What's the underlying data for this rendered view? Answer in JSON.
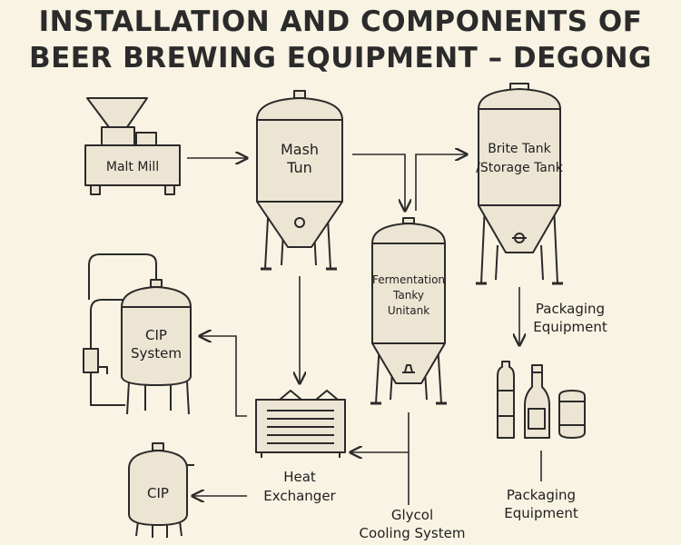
{
  "title": {
    "line1": "INSTALLATION AND COMPONENTS OF",
    "line2": "BEER BREWING EQUIPMENT – DEGONG"
  },
  "components": {
    "malt_mill": "Malt Mill",
    "mash_tun_line1": "Mash",
    "mash_tun_line2": "Tun",
    "brite_tank_line1": "Brite Tank",
    "brite_tank_line2": "/Storage Tank",
    "fermentation_line1": "Fermentation",
    "fermentation_line2": "Tanky",
    "fermentation_line3": "Unitank",
    "cip_system_line1": "CIP",
    "cip_system_line2": "System",
    "cip": "CIP",
    "heat_exchanger_line1": "Heat",
    "heat_exchanger_line2": "Exchanger",
    "glycol_line1": "Glycol",
    "glycol_line2": "Cooling System",
    "packaging_top_line1": "Packaging",
    "packaging_top_line2": "Equipment",
    "packaging_bottom_line1": "Packaging",
    "packaging_bottom_line2": "Equipment"
  },
  "colors": {
    "background": "#f9f3e3",
    "equipment_fill": "#ece5d3",
    "outline": "#2a2a2a"
  }
}
